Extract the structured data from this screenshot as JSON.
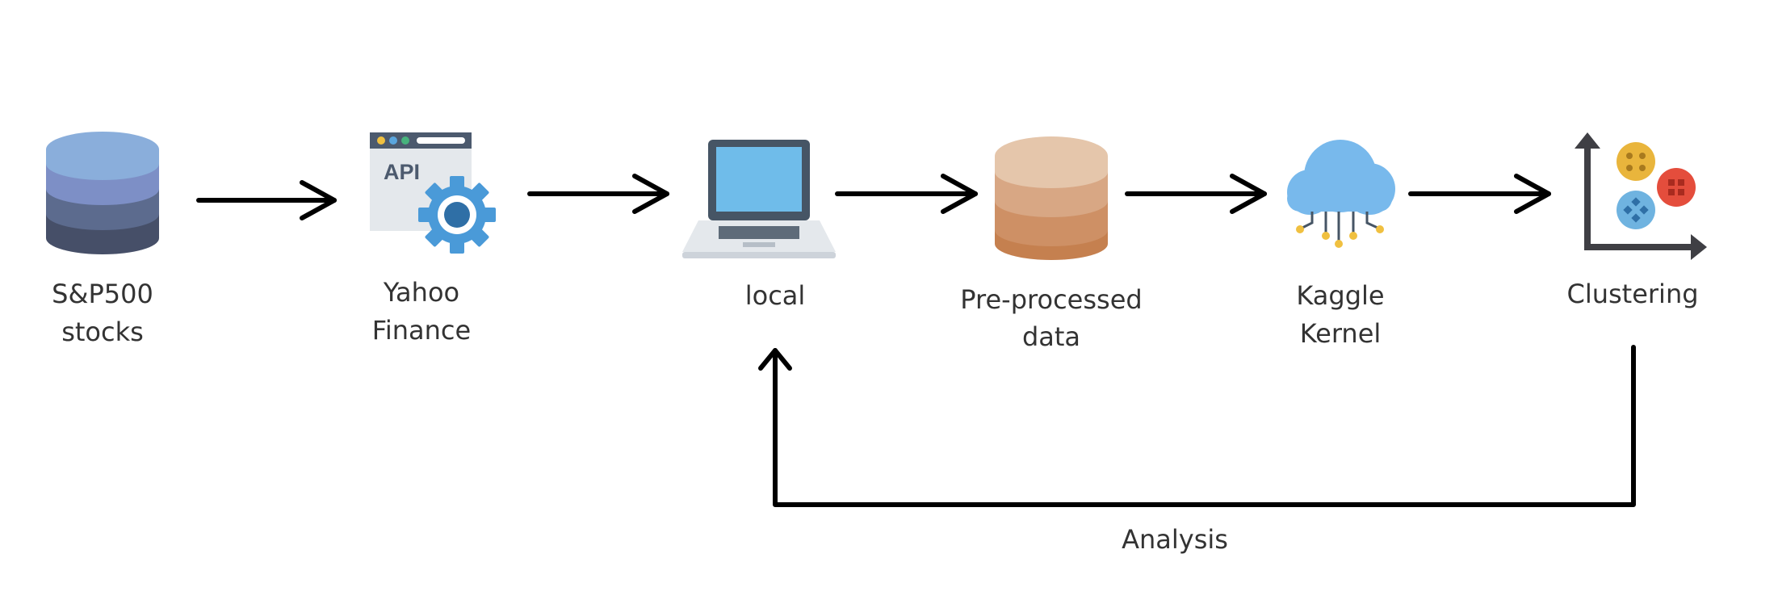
{
  "nodes": [
    {
      "id": "sp500",
      "label_line1": "S&P500",
      "label_line2": "stocks",
      "icon": "database-icon"
    },
    {
      "id": "yahoo",
      "label_line1": "Yahoo",
      "label_line2": "Finance",
      "icon": "api-gear-icon"
    },
    {
      "id": "local",
      "label_line1": "local",
      "label_line2": "",
      "icon": "laptop-icon"
    },
    {
      "id": "preprocessed",
      "label_line1": "Pre-processed",
      "label_line2": "data",
      "icon": "database-icon"
    },
    {
      "id": "kaggle",
      "label_line1": "Kaggle",
      "label_line2": "Kernel",
      "icon": "cloud-network-icon"
    },
    {
      "id": "clustering",
      "label_line1": "Clustering",
      "label_line2": "",
      "icon": "cluster-chart-icon"
    }
  ],
  "api_icon_text": "API",
  "feedback_label": "Analysis",
  "colors": {
    "arrow": "#000000",
    "label": "#333333",
    "db_blue": [
      "#8aaedb",
      "#7d8fc6",
      "#5c6b8e",
      "#464f68"
    ],
    "db_orange": [
      "#e5c6ab",
      "#d8a784",
      "#ce9065",
      "#c5804f"
    ],
    "cloud": "#78b9ec",
    "laptop_screen": "#6fbcea",
    "gear": "#4a9ad8",
    "cluster_yellow": "#e9b53c",
    "cluster_red": "#e44d3c",
    "cluster_blue": "#6fb3e0"
  }
}
